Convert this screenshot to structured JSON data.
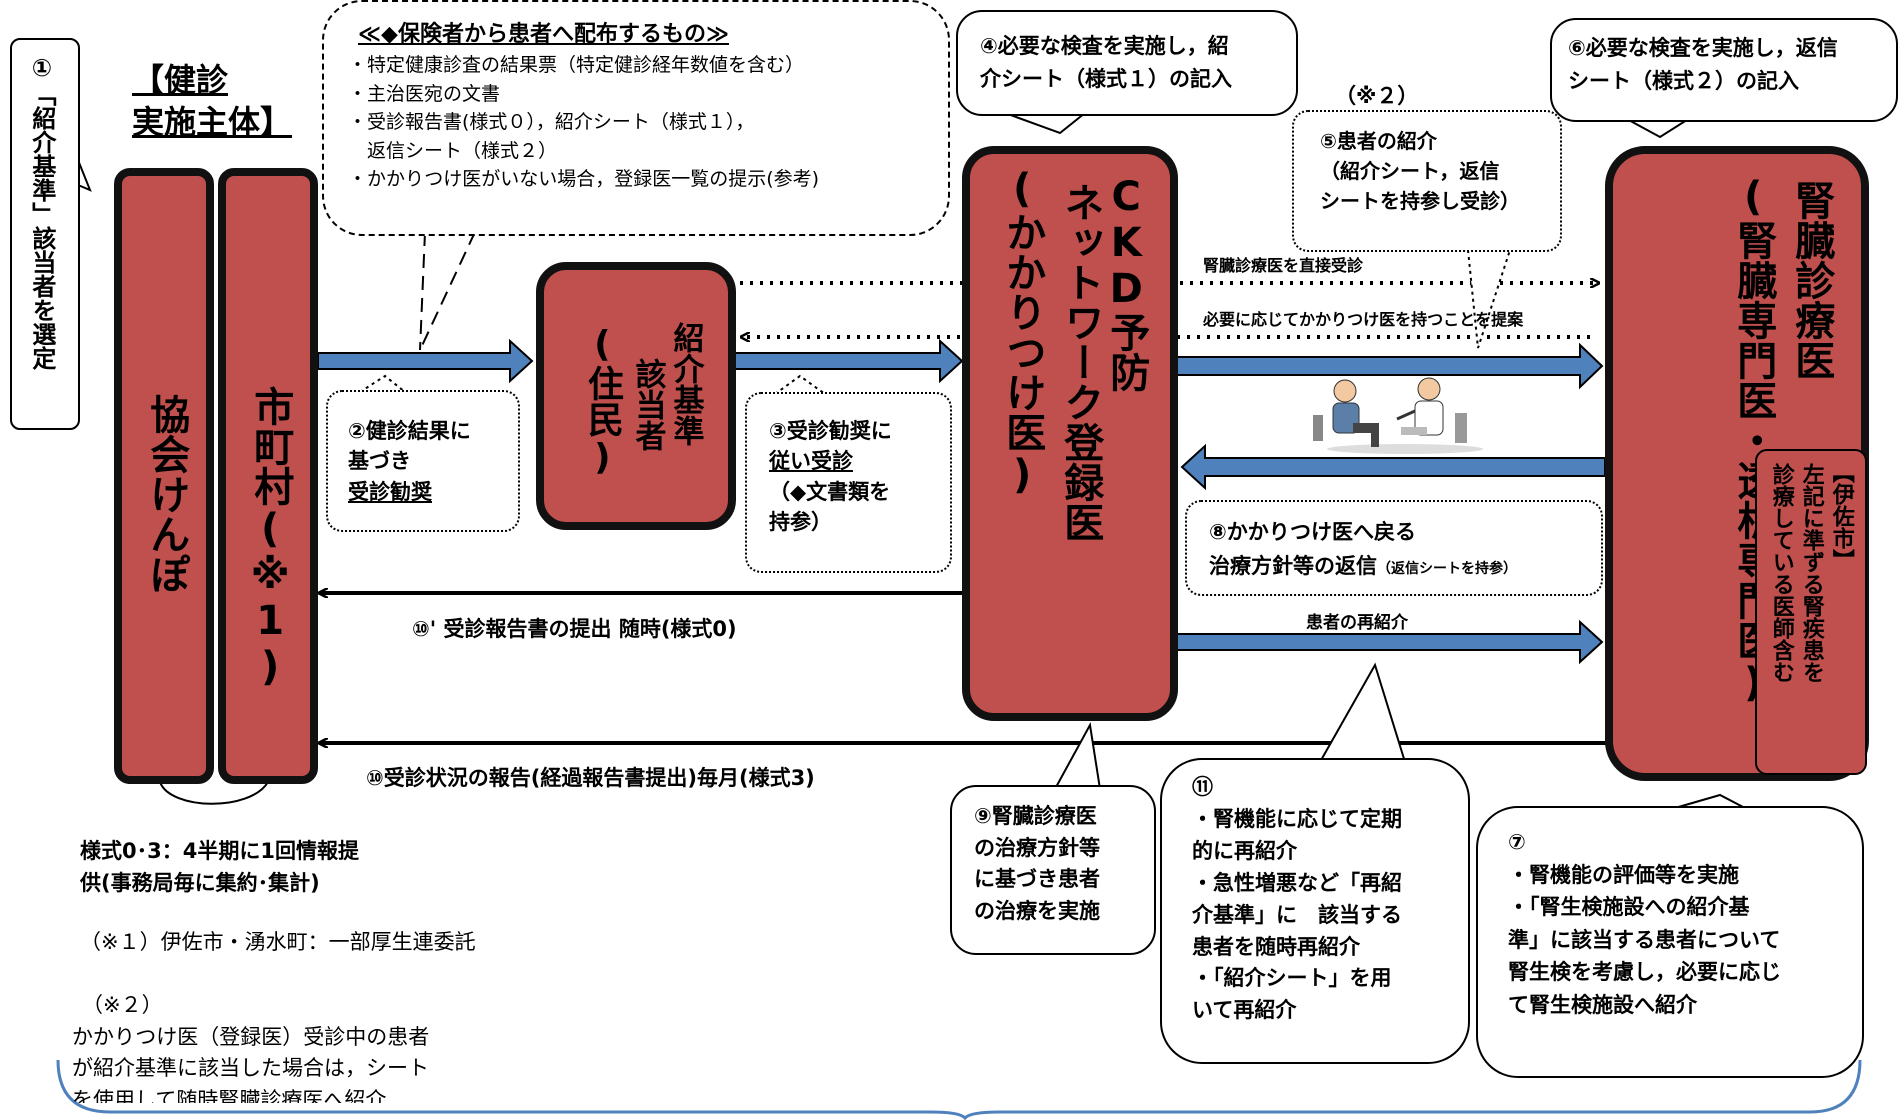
{
  "selection_box": {
    "label": "①「紹介基準」該当者を選定"
  },
  "implementer_heading": {
    "line1": "【健診",
    "line2": "実施主体】"
  },
  "kyokai": {
    "label": "協会けんぽ"
  },
  "shichoson": {
    "label": "市町村(※1)"
  },
  "resident": {
    "col1": "紹介基準",
    "col2": "該当者",
    "col3": "(住民)"
  },
  "ckd": {
    "col1": "CKD予防",
    "col2": "ネットワーク登録医",
    "col3": "(かかりつけ医)"
  },
  "renal": {
    "col1": "腎臓診療医",
    "col2": "(腎臓専門医・透析専門医)"
  },
  "isa_note": {
    "col1": "【伊佐市】",
    "col2": "左記に準ずる腎疾患を",
    "col3": "診療している医師含む"
  },
  "insurer_box": {
    "title": "≪◆保険者から患者へ配布するもの≫",
    "items": [
      "・特定健康診査の結果票（特定健診経年数値を含む）",
      "・主治医宛の文書",
      "・受診報告書(様式０），紹介シート（様式１），",
      "　返信シート（様式２）",
      "・かかりつけ医がいない場合，登録医一覧の提示(参考)"
    ]
  },
  "step2": {
    "line1": "②健診結果に",
    "line2": "基づき",
    "line3": "受診勧奨"
  },
  "step3": {
    "line1": "③受診勧奨に",
    "line2": "従い受診",
    "line3": "（◆文書類を",
    "line4": "持参）"
  },
  "step4": {
    "line1": "④必要な検査を実施し，紹",
    "line2": "介シート（様式１）の記入"
  },
  "note2_mark": "（※２）",
  "step5": {
    "line1": "⑤患者の紹介",
    "line2": "（紹介シート，返信",
    "line3": "シートを持参し受診）"
  },
  "step6": {
    "line1": "⑥必要な検査を実施し，返信",
    "line2": "シート（様式２）の記入"
  },
  "arrow_direct": "腎臓診療医を直接受診",
  "arrow_suggest": "必要に応じてかかりつけ医を持つことを提案",
  "step8": {
    "line1": "⑧かかりつけ医へ戻る",
    "line2": "治療方針等の返信",
    "line2_small": "（返信シートを持参）"
  },
  "rereferral": "患者の再紹介",
  "step10a": "⑩' 受診報告書の提出 随時(様式0)",
  "step10b": "⑩受診状況の報告(経過報告書提出)毎月(様式3)",
  "step9": {
    "line1": "⑨腎臓診療医",
    "line2": "の治療方針等",
    "line3": "に基づき患者",
    "line4": "の治療を実施"
  },
  "step11": {
    "num": "⑪",
    "line1": "・腎機能に応じて定期",
    "line2": "的に再紹介",
    "line3": "・急性増悪など「再紹",
    "line4": "介基準」に　該当する",
    "line5": "患者を随時再紹介",
    "line6": "・「紹介シート」を用",
    "line7": "いて再紹介"
  },
  "step7": {
    "num": "⑦",
    "line1": "・腎機能の評価等を実施",
    "line2": "・「腎生検施設への紹介基",
    "line3": "準」に該当する患者について",
    "line4": "腎生検を考慮し，必要に応じ",
    "line5": "て腎生検施設へ紹介"
  },
  "format_note": {
    "line1": "様式0･3：4半期に1回情報提",
    "line2": "供(事務局毎に集約･集計)"
  },
  "footnote1": "（※１）伊佐市・湧水町：一部厚生連委託",
  "footnote2": {
    "mark": "（※２）",
    "line1": "かかりつけ医（登録医）受診中の患者",
    "line2": "が紹介基準に該当した場合は，シート",
    "line3": "を使用して随時腎臓診療医へ紹介"
  },
  "illustration": {
    "icon": "doctor-patient-consultation-icon"
  },
  "colors": {
    "box_fill": "#c0504d",
    "arrow_fill": "#4f81bd",
    "border": "#111111",
    "footer_line": "#4f81bd"
  }
}
